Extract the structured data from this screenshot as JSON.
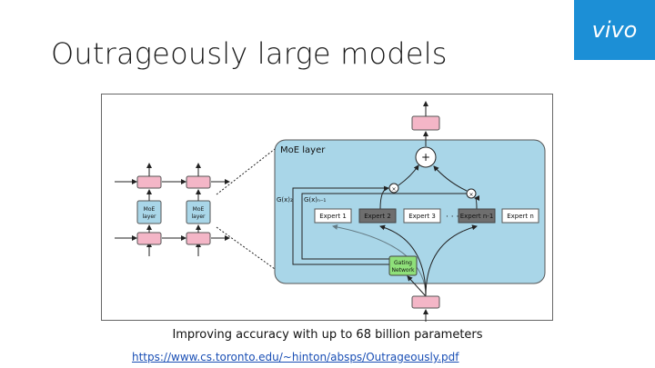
{
  "slide": {
    "title": "Outrageously large models",
    "logo_text": "vivo",
    "caption": "Improving accuracy with up to 68 billion parameters",
    "link": "https://www.cs.toronto.edu/~hinton/absps/Outrageously.pdf"
  },
  "diagram": {
    "moe_layer_title": "MoE layer",
    "left_block_labels": [
      "MoE\nlayer",
      "MoE\nlayer"
    ],
    "plus_symbol": "+",
    "times_symbol": "×",
    "g2_label": "G(x)₂",
    "gn1_label": "G(x)ₙ₋₁",
    "experts": [
      "Expert 1",
      "Expert 2",
      "Expert 3",
      "· · ·",
      "Expert n-1",
      "Expert n"
    ],
    "gating_label_1": "Gating",
    "gating_label_2": "Network"
  },
  "colors": {
    "pink_box": "#f4b6c7",
    "moe_panel": "#a9d6e8",
    "left_moe_box": "#a9d6e8",
    "gating": "#8fe07a",
    "expert_dark": "#6e6e6e",
    "logo_bg": "#1c8fd6"
  }
}
